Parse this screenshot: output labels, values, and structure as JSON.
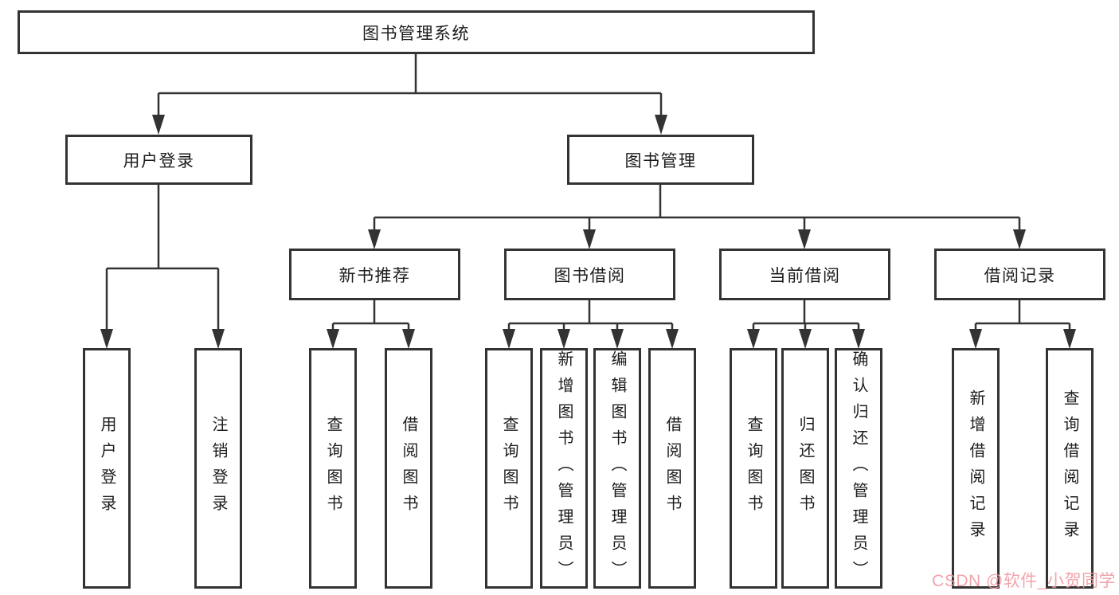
{
  "diagram": {
    "title": "图书管理系统",
    "branches": {
      "user_login": {
        "label": "用户登录",
        "children": [
          "用户登录",
          "注销登录"
        ]
      },
      "book_mgmt": {
        "label": "图书管理",
        "sections": [
          {
            "label": "新书推荐",
            "children": [
              "查询图书",
              "借阅图书"
            ]
          },
          {
            "label": "图书借阅",
            "children": [
              "查询图书",
              "新增图书（管理员）",
              "编辑图书（管理员）",
              "借阅图书"
            ]
          },
          {
            "label": "当前借阅",
            "children": [
              "查询图书",
              "归还图书",
              "确认归还（管理员）"
            ]
          },
          {
            "label": "借阅记录",
            "children": [
              "新增借阅记录",
              "查询借阅记录"
            ]
          }
        ]
      }
    },
    "watermark": "CSDN @软件_小贺同学",
    "colors": {
      "line": "#333333",
      "box_border": "#333333",
      "box_fill": "#ffffff",
      "text": "#1c1c1c",
      "watermark": "#f0989f"
    }
  }
}
